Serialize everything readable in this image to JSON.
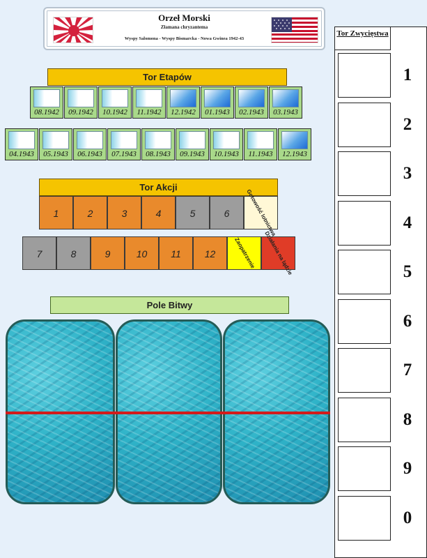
{
  "header": {
    "title": "Orzeł Morski",
    "subtitle": "Złamana chryzantema",
    "region": "Wyspy Salomona - Wyspy Bismarcka - Nowa Gwinea 1942-43"
  },
  "flags": {
    "left": "japan-rising-sun-flag-icon",
    "right": "usa-flag-icon"
  },
  "stage_track": {
    "title": "Tor Etapów",
    "row1": [
      "08.1942",
      "09.1942",
      "10.1942",
      "11.1942",
      "12.1942",
      "01.1943",
      "02.1943",
      "03.1943"
    ],
    "row1_fill": [
      0.3,
      0.3,
      0.3,
      0.3,
      1.0,
      1.0,
      1.0,
      1.0
    ],
    "row2": [
      "04.1943",
      "05.1943",
      "06.1943",
      "07.1943",
      "08.1943",
      "09.1943",
      "10.1943",
      "11.1943",
      "12.1943"
    ],
    "row2_fill": [
      0.3,
      0.3,
      0.3,
      0.3,
      0.3,
      0.3,
      0.3,
      0.3,
      1.0
    ]
  },
  "action_track": {
    "title": "Tor Akcji",
    "row1": [
      "1",
      "2",
      "3",
      "4",
      "5",
      "6"
    ],
    "row1_colors": [
      "orange",
      "orange",
      "orange",
      "orange",
      "gray",
      "gray"
    ],
    "row1_special": "Gotowość lotnictwa",
    "row2": [
      "7",
      "8",
      "9",
      "10",
      "11",
      "12"
    ],
    "row2_colors": [
      "gray",
      "gray",
      "orange",
      "orange",
      "orange",
      "orange"
    ],
    "row2_special_supply": "Zaopatrzenie",
    "row2_special_land": "Działania na lądzie"
  },
  "battlefield": {
    "title": "Pole Bitwy"
  },
  "victory_track": {
    "title": "Tor Zwycięstwa",
    "numbers": [
      "1",
      "2",
      "3",
      "4",
      "5",
      "6",
      "7",
      "8",
      "9",
      "0"
    ]
  },
  "colors": {
    "orange": "#e98a2c",
    "gray": "#9d9d9d",
    "yellow_bar": "#f5c400",
    "green_bar": "#c5e79a",
    "stage_green": "#a9d98a",
    "red_line": "#d21b1b"
  }
}
